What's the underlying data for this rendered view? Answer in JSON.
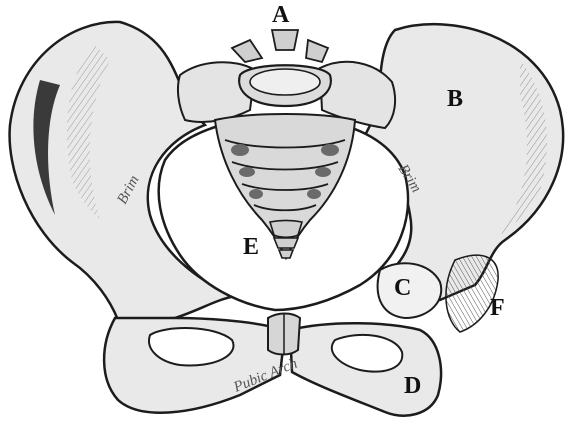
{
  "figure": {
    "labels": {
      "a": "A",
      "b": "B",
      "c": "C",
      "d": "D",
      "e": "E",
      "f": "F"
    },
    "engraved_text": {
      "brim_left": "Brim",
      "brim_right": "Brim",
      "pubic_arch": "Pubic Arch"
    },
    "colors": {
      "bone": "#e9e9e9",
      "line": "#1c1c1c",
      "shade": "#9a9a9a",
      "dark": "#3a3a3a"
    }
  }
}
